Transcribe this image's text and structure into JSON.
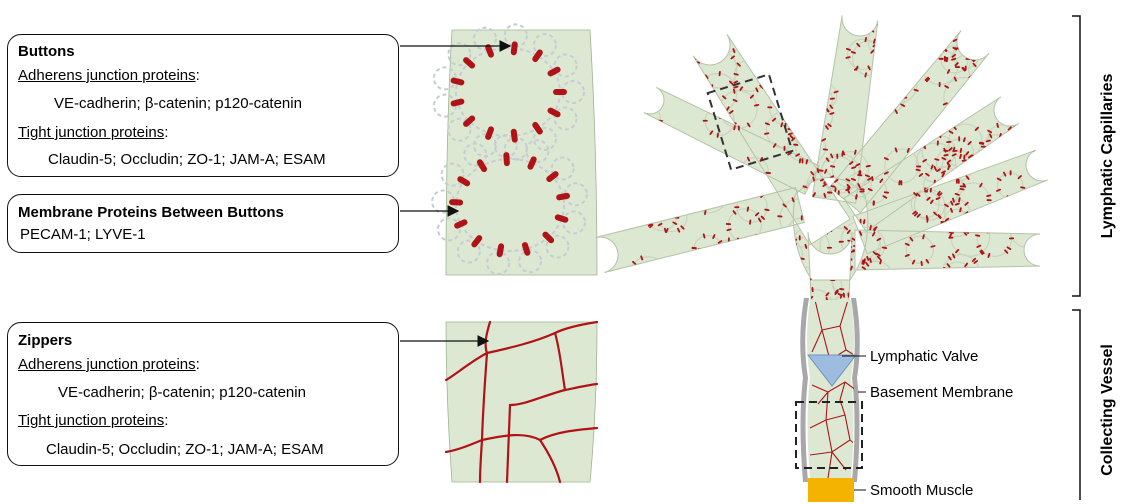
{
  "buttons_box": {
    "title": "Buttons",
    "adherens_heading": "Adherens junction proteins",
    "adherens_list": "VE-cadherin; β-catenin; p120-catenin",
    "tight_heading": "Tight junction proteins",
    "tight_list": "Claudin-5; Occludin; ZO-1; JAM-A; ESAM"
  },
  "membrane_box": {
    "title": "Membrane Proteins Between Buttons",
    "list": "PECAM-1; LYVE-1"
  },
  "zippers_box": {
    "title": "Zippers",
    "adherens_heading": "Adherens junction proteins",
    "adherens_list": "VE-cadherin; β-catenin; p120-catenin",
    "tight_heading": "Tight junction proteins",
    "tight_list": "Claudin-5; Occludin; ZO-1; JAM-A; ESAM"
  },
  "labels": {
    "lymphatic_valve": "Lymphatic Valve",
    "basement_membrane": "Basement Membrane",
    "smooth_muscle": "Smooth Muscle",
    "lymphatic_capillaries": "Lymphatic Capillaries",
    "collecting_vessel": "Collecting Vessel"
  },
  "colors": {
    "tissue": "#dde8d3",
    "junction": "#b01316",
    "cell_outline": "#c6ccd4",
    "valve": "#9dbde0",
    "smooth_muscle": "#f3b300",
    "basement": "#a8a8a8"
  }
}
